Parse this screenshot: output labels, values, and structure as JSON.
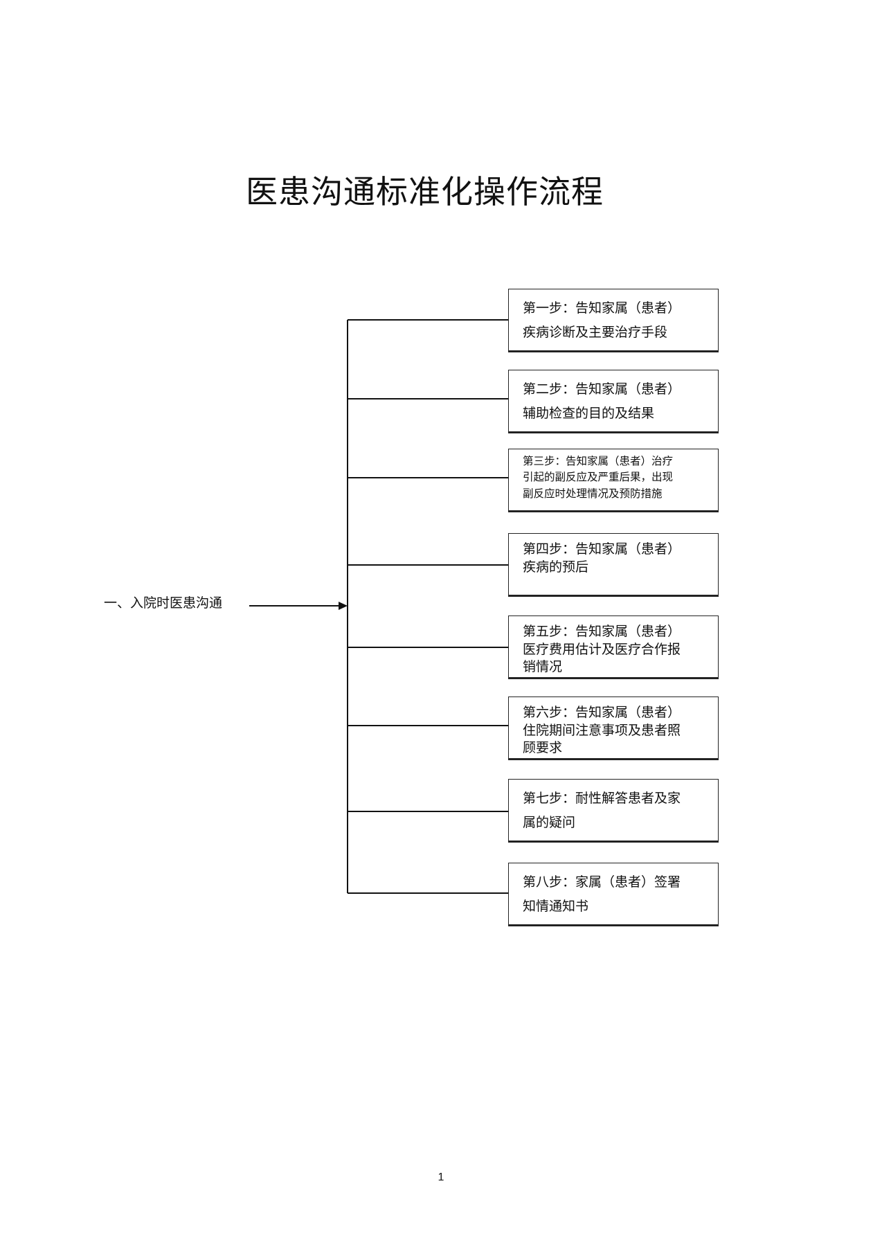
{
  "title": "医患沟通标准化操作流程",
  "source_label": "一、入院时医患沟通",
  "steps": [
    {
      "text": "第一步：告知家属（患者）\n疾病诊断及主要治疗手段"
    },
    {
      "text": "第二步：告知家属（患者）\n辅助检查的目的及结果"
    },
    {
      "text": "第三步：告知家属（患者）治疗\n引起的副反应及严重后果，出现\n副反应时处理情况及预防措施"
    },
    {
      "text": "第四步：告知家属（患者）\n疾病的预后"
    },
    {
      "text": "第五步：告知家属（患者）\n医疗费用估计及医疗合作报\n销情况"
    },
    {
      "text": "第六步：告知家属（患者）\n住院期间注意事项及患者照\n顾要求"
    },
    {
      "text": "第七步：耐性解答患者及家\n属的疑问"
    },
    {
      "text": "第八步：家属（患者）签署\n知情通知书"
    }
  ],
  "page_number": "1"
}
